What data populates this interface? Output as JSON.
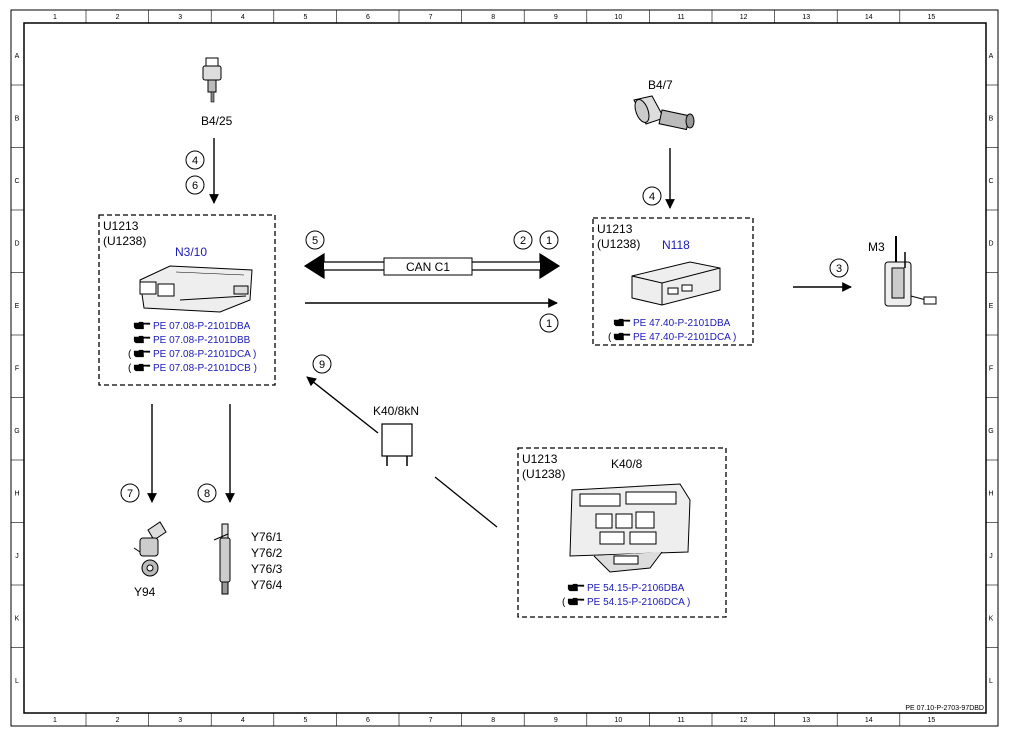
{
  "frame": {
    "columns": [
      "1",
      "2",
      "3",
      "4",
      "5",
      "6",
      "7",
      "8",
      "9",
      "10",
      "11",
      "12",
      "13",
      "14",
      "15"
    ],
    "rows": [
      "A",
      "B",
      "C",
      "D",
      "E",
      "F",
      "G",
      "H",
      "J",
      "K",
      "L"
    ]
  },
  "doc_ref": "PE 07.10-P-2703-97DBD",
  "components": {
    "b4_25": {
      "label": "B4/25"
    },
    "b4_7": {
      "label": "B4/7"
    },
    "m3": {
      "label": "M3"
    },
    "k40_8kn": {
      "label": "K40/8kN"
    },
    "y94": {
      "label": "Y94"
    },
    "y76": {
      "labels": [
        "Y76/1",
        "Y76/2",
        "Y76/3",
        "Y76/4"
      ]
    }
  },
  "boxes": {
    "n3_10": {
      "line1": "U1213",
      "line2": "(U1238)",
      "name": "N3/10",
      "refs": [
        "PE 07.08-P-2101DBA",
        "PE 07.08-P-2101DBB",
        "PE 07.08-P-2101DCA )",
        "PE 07.08-P-2101DCB )"
      ],
      "ref_paren": [
        false,
        false,
        true,
        true
      ]
    },
    "n118": {
      "line1": "U1213",
      "line2": "(U1238)",
      "name": "N118",
      "refs": [
        "PE 47.40-P-2101DBA",
        "PE 47.40-P-2101DCA )"
      ],
      "ref_paren": [
        false,
        true
      ]
    },
    "k40_8": {
      "line1": "U1213",
      "line2": "(U1238)",
      "name": "K40/8",
      "refs": [
        "PE 54.15-P-2106DBA",
        "PE 54.15-P-2106DCA )"
      ],
      "ref_paren": [
        false,
        true
      ]
    }
  },
  "can_bus": {
    "label": "CAN C1"
  },
  "markers": {
    "m4a": "4",
    "m6": "6",
    "m5": "5",
    "m2": "2",
    "m1a": "1",
    "m4b": "4",
    "m3": "3",
    "m1b": "1",
    "m9": "9",
    "m7": "7",
    "m8": "8"
  },
  "icons": {
    "reference": "pointing-hand-icon"
  }
}
